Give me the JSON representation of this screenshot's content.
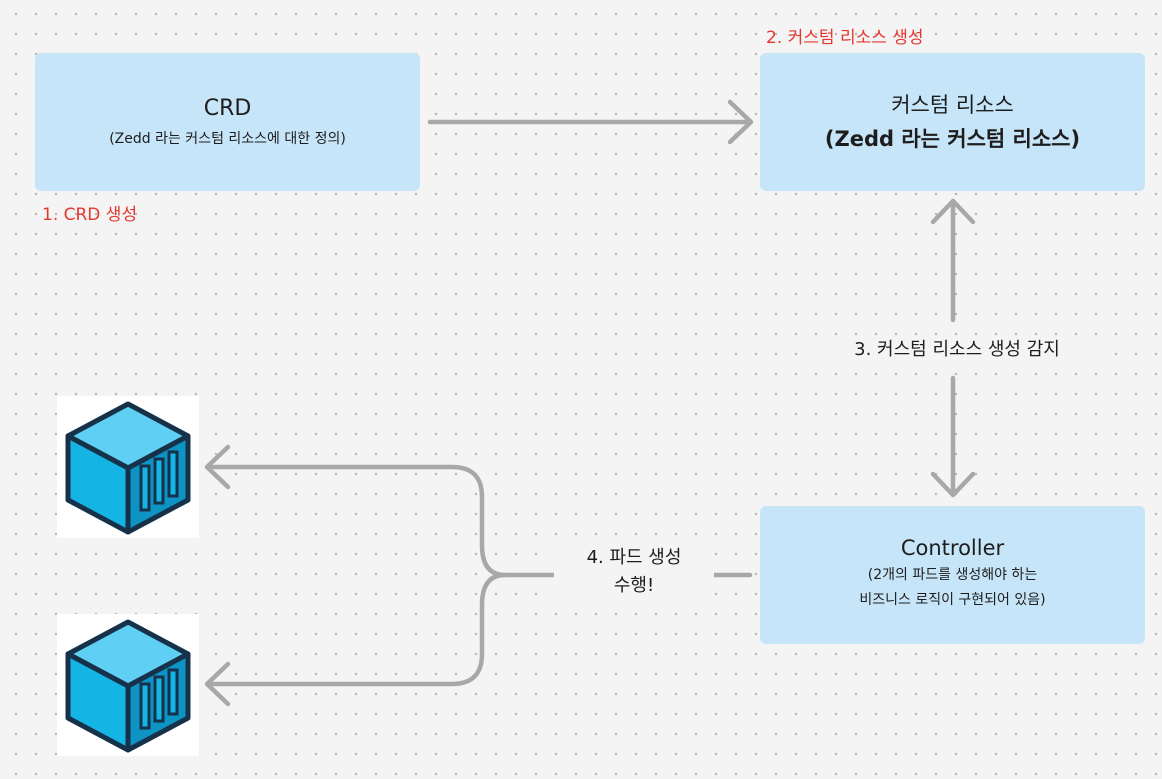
{
  "crd_box": {
    "title": "CRD",
    "subtitle": "(Zedd 라는 커스텀 리소스에 대한 정의)"
  },
  "step1": "1. CRD 생성",
  "step2": "2. 커스텀 리소스 생성",
  "cr_box": {
    "line1": "커스텀 리소스",
    "line2": "(Zedd 라는 커스텀 리소스)"
  },
  "step3": "3. 커스텀 리소스 생성 감지",
  "controller_box": {
    "title": "Controller",
    "line1": "(2개의 파드를 생성해야 하는",
    "line2": "비즈니스 로직이 구현되어 있음)"
  },
  "step4": {
    "line1": "4. 파드 생성",
    "line2": "수행!"
  },
  "colors": {
    "box_fill": "#c7e5f8",
    "step_red": "#e5372e",
    "connector_gray": "#a8a8a8",
    "cube_blue": "#14b4e4"
  },
  "icons": [
    "container-cube-icon",
    "container-cube-icon"
  ]
}
